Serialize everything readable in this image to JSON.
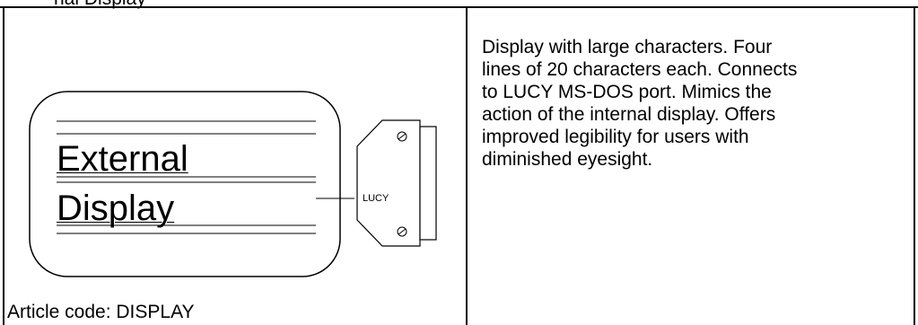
{
  "header_fragment": "nal Display",
  "diagram": {
    "line1": "External",
    "line2": "Display",
    "connector_label": "LUCY"
  },
  "description": "Display with large characters. Four\nlines of 20 characters each. Connects\nto LUCY MS-DOS port. Mimics the\naction of the internal display. Offers\nimproved legibility for users with\ndiminished eyesight.",
  "article_code": "Article code: DISPLAY"
}
